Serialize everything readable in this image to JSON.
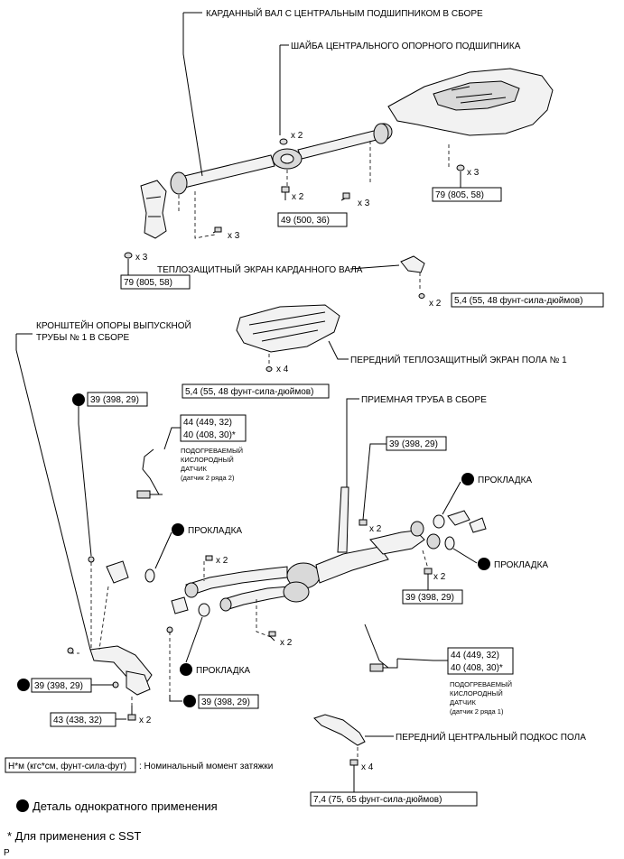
{
  "labels": {
    "propeller_shaft": "КАРДАННЫЙ ВАЛ С ЦЕНТРАЛЬНЫМ ПОДШИПНИКОМ В СБОРЕ",
    "center_bearing_washer": "ШАЙБА ЦЕНТРАЛЬНОГО ОПОРНОГО ПОДШИПНИКА",
    "shaft_heat_shield": "ТЕПЛОЗАЩИТНЫЙ ЭКРАН КАРДАННОГО ВАЛА",
    "bracket_line1": "КРОНШТЕЙН ОПОРЫ ВЫПУСКНОЙ",
    "bracket_line2": "ТРУБЫ № 1 В СБОРЕ",
    "front_floor_shield": "ПЕРЕДНИЙ ТЕПЛОЗАЩИТНЫЙ ЭКРАН ПОЛА № 1",
    "pipe_assy": "ПРИЕМНАЯ ТРУБА В СБОРЕ",
    "gasket": "ПРОКЛАДКА",
    "sensor_line1": "ПОДОГРЕВАЕМЫЙ",
    "sensor_line2": "КИСЛОРОДНЫЙ",
    "sensor_line3": "ДАТЧИК",
    "sensor_bank2_s2": "(датчик 2 ряда 2)",
    "sensor_bank2_s1": "(датчик 2 ряда 1)",
    "brace": "ПЕРЕДНИЙ ЦЕНТРАЛЬНЫЙ ПОДКОС ПОЛА",
    "legend_box": "Н*м (кгс*см, фунт-сила-фут)",
    "legend_text": ": Номинальный момент затяжки",
    "single_use": "Деталь однократного применения",
    "sst": "* Для применения с SST",
    "corner": "P"
  },
  "counts": {
    "x2": "x 2",
    "x3": "x 3",
    "x4": "x 4"
  },
  "torque": {
    "t_79": "79 (805, 58)",
    "t_49": "49 (500, 36)",
    "t_54": "5,4 (55, 48 фунт-сила-дюймов)",
    "t_39": "39 (398, 29)",
    "t_44": "44 (449, 32)",
    "t_40": "40 (408, 30)*",
    "t_43": "43 (438, 32)",
    "t_74": "7,4 (75, 65 фунт-сила-дюймов)"
  }
}
